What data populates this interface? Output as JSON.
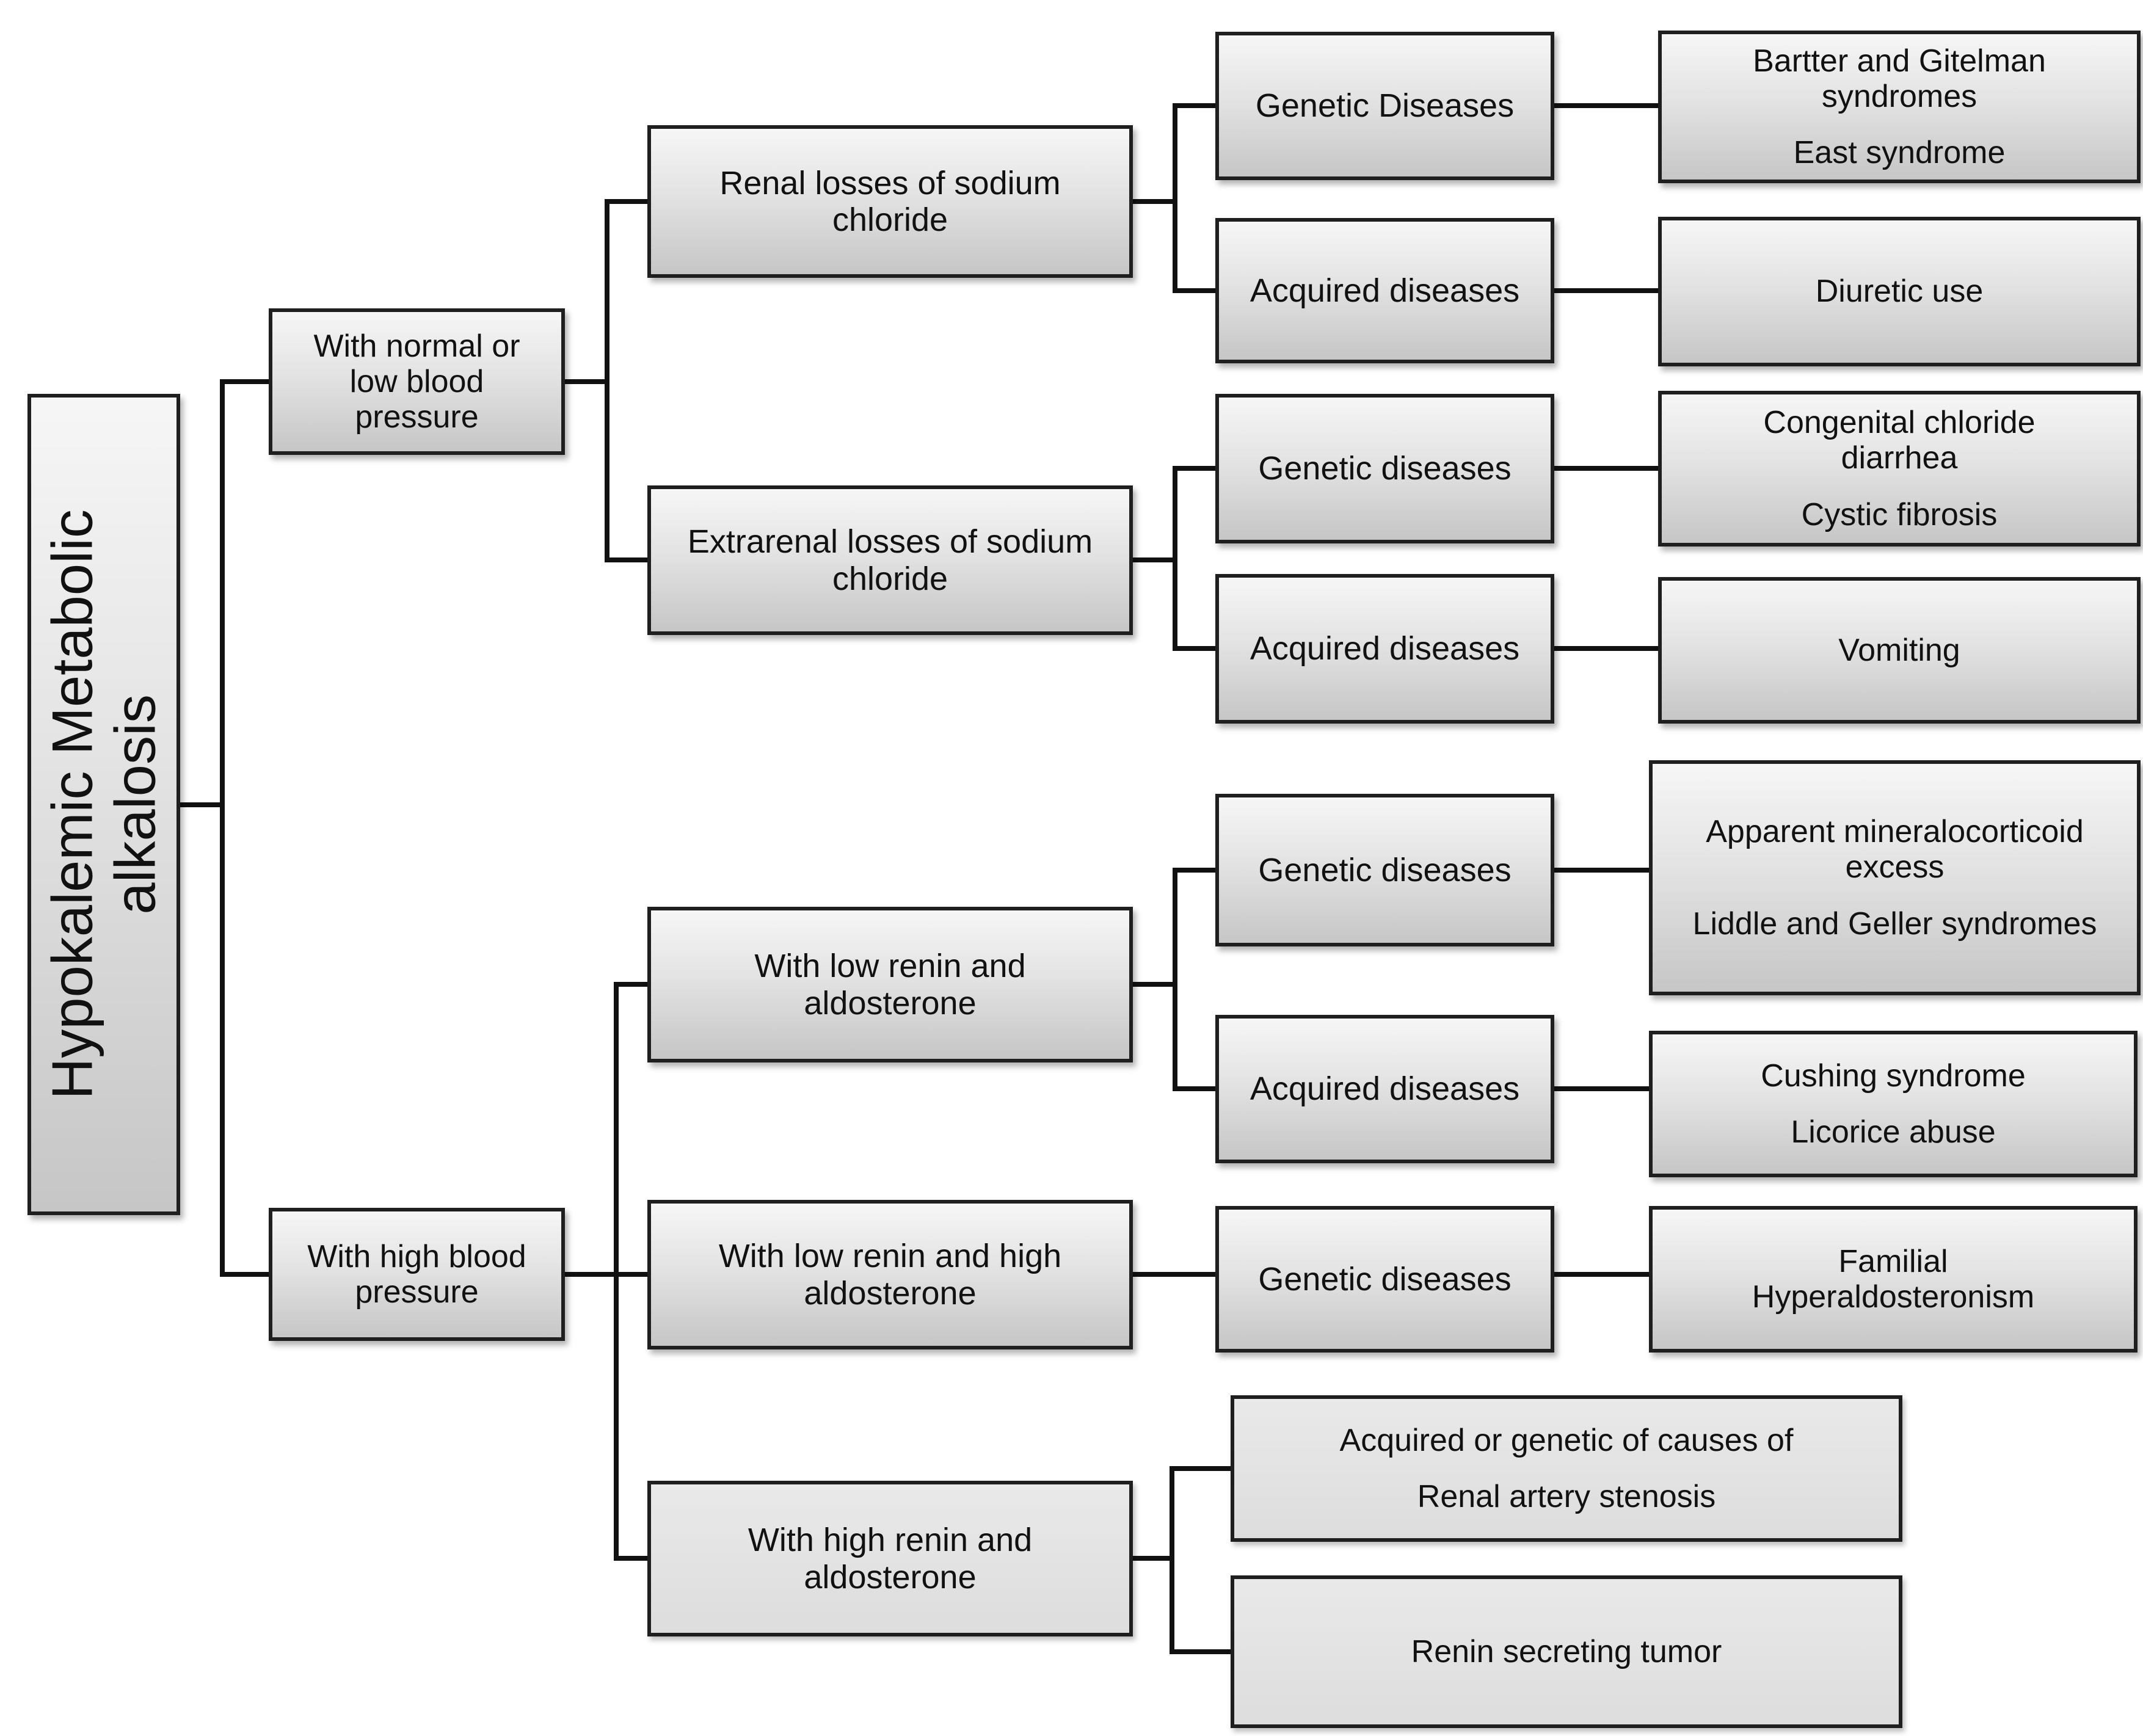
{
  "diagram_title": "Hypokalemic Metabolic alkalosis flowchart",
  "colors": {
    "box_border": "#1f1f1f",
    "box_fill_top": "#f6f6f6",
    "box_fill_bottom": "#c6c6c6",
    "connector": "#111111",
    "text": "#111111",
    "background": "#ffffff"
  },
  "nodes": {
    "root": {
      "label": "Hypokalemic Metabolic\nalkalosis"
    },
    "normal_low_bp": {
      "label": "With normal or\nlow blood\npressure"
    },
    "high_bp": {
      "label": "With high blood\npressure"
    },
    "renal_losses": {
      "label": "Renal losses of sodium\nchloride"
    },
    "extrarenal_losses": {
      "label": "Extrarenal losses of sodium\nchloride"
    },
    "low_renin_aldo": {
      "label": "With low renin and\naldosterone"
    },
    "low_renin_high_aldo": {
      "label": "With low renin and high\naldosterone"
    },
    "high_renin_aldo": {
      "label": "With high renin and\naldosterone"
    },
    "genetic_1": {
      "label": "Genetic Diseases"
    },
    "acquired_1": {
      "label": "Acquired diseases"
    },
    "genetic_2": {
      "label": "Genetic diseases"
    },
    "acquired_2": {
      "label": "Acquired diseases"
    },
    "genetic_3": {
      "label": "Genetic diseases"
    },
    "acquired_3": {
      "label": "Acquired diseases"
    },
    "genetic_4": {
      "label": "Genetic diseases"
    },
    "bartter": {
      "label": "Bartter and Gitelman\nsyndromes",
      "sublabel": "East syndrome"
    },
    "diuretic": {
      "label": "Diuretic use"
    },
    "congenital": {
      "label": "Congenital chloride\ndiarrhea",
      "sublabel": "Cystic fibrosis"
    },
    "vomiting": {
      "label": "Vomiting"
    },
    "apparent": {
      "label": "Apparent mineralocorticoid\nexcess",
      "sublabel": "Liddle and Geller syndromes"
    },
    "cushing": {
      "label": "Cushing syndrome",
      "sublabel": "Licorice abuse"
    },
    "familial": {
      "label": "Familial\nHyperaldosteronism"
    },
    "renal_artery": {
      "label": "Acquired or genetic of causes  of",
      "sublabel": "Renal artery stenosis"
    },
    "renin_tumor": {
      "label": "Renin secreting tumor"
    }
  }
}
